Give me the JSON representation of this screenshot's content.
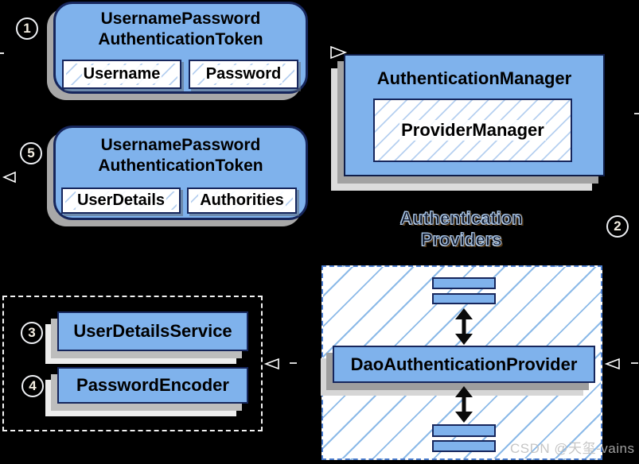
{
  "colors": {
    "background": "#000000",
    "node_fill": "#7fb2ec",
    "node_border": "#16265c",
    "hatch_line": "#b6d0f0",
    "dashed_border_blue": "#4c7ed0",
    "dashed_border_white": "#f2f2f2",
    "shadow_gray": "#a2a2a2",
    "arrow_black": "#0a0a0a",
    "watermark_gray": "#bcbcbc"
  },
  "badges": {
    "step1": "1",
    "step2": "2",
    "step3": "3",
    "step4": "4",
    "step5": "5"
  },
  "token_request": {
    "title_line1": "UsernamePassword",
    "title_line2": "AuthenticationToken",
    "field1": "Username",
    "field2": "Password"
  },
  "token_authenticated": {
    "title_line1": "UsernamePassword",
    "title_line2": "AuthenticationToken",
    "field1": "UserDetails",
    "field2": "Authorities"
  },
  "auth_manager": {
    "title": "AuthenticationManager",
    "inner": "ProviderManager"
  },
  "providers": {
    "label_line1": "Authentication",
    "label_line2": "Providers",
    "dao_title": "DaoAuthenticationProvider"
  },
  "services": {
    "service1": "UserDetailsService",
    "service2": "PasswordEncoder"
  },
  "watermark": {
    "text": "CSDN @天玺-vains"
  }
}
